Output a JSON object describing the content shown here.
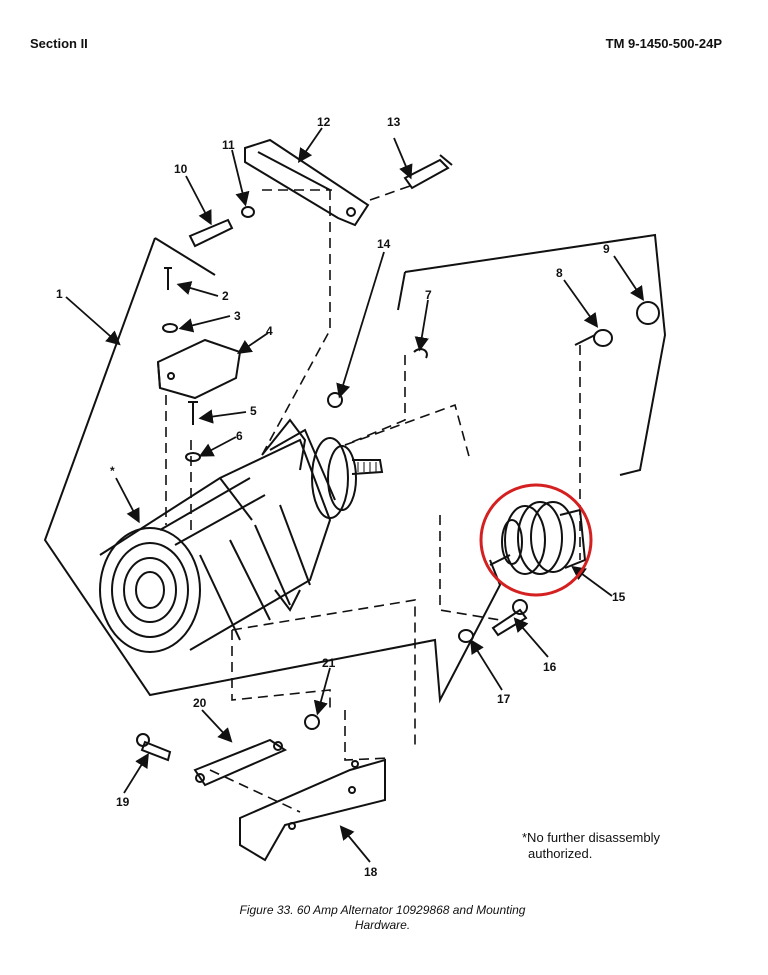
{
  "header": {
    "section": "Section II",
    "doc_number": "TM 9-1450-500-24P"
  },
  "callouts": [
    {
      "id": "c1",
      "label": "1"
    },
    {
      "id": "c2",
      "label": "2"
    },
    {
      "id": "c3",
      "label": "3"
    },
    {
      "id": "c4",
      "label": "4"
    },
    {
      "id": "c5",
      "label": "5"
    },
    {
      "id": "c6",
      "label": "6"
    },
    {
      "id": "c7",
      "label": "7"
    },
    {
      "id": "c8",
      "label": "8"
    },
    {
      "id": "c9",
      "label": "9"
    },
    {
      "id": "c10",
      "label": "10"
    },
    {
      "id": "c11",
      "label": "11"
    },
    {
      "id": "c12",
      "label": "12"
    },
    {
      "id": "c13",
      "label": "13"
    },
    {
      "id": "c14",
      "label": "14"
    },
    {
      "id": "c15",
      "label": "15"
    },
    {
      "id": "c16",
      "label": "16"
    },
    {
      "id": "c17",
      "label": "17"
    },
    {
      "id": "c18",
      "label": "18"
    },
    {
      "id": "c19",
      "label": "19"
    },
    {
      "id": "c20",
      "label": "20"
    },
    {
      "id": "c21",
      "label": "21"
    },
    {
      "id": "star",
      "label": "*"
    }
  ],
  "note": {
    "line1": "*No further disassembly",
    "line2": "authorized."
  },
  "caption": {
    "line1": "Figure 33.  60 Amp Alternator 10929868 and Mounting",
    "line2": "Hardware."
  },
  "colors": {
    "ink": "#111111",
    "highlight_circle": "#d42020"
  }
}
